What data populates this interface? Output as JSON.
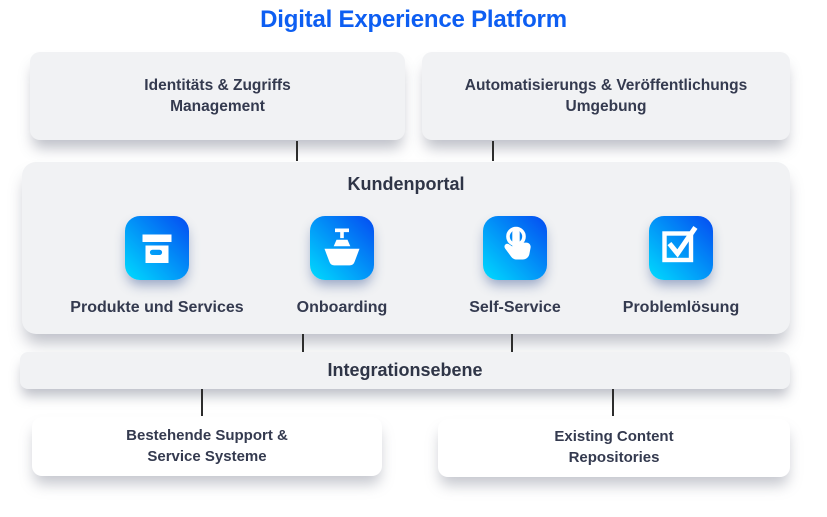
{
  "title": "Digital Experience Platform",
  "colors": {
    "title_blue": "#0d5ef2",
    "box_gray": "#f1f2f4",
    "text_dark": "#343a4f",
    "icon_gradient_start": "#00dcfe",
    "icon_gradient_end": "#0452f2",
    "connector_line": "#2d2d2d",
    "white_box": "#ffffff"
  },
  "top_row": {
    "identity_box": {
      "line1": "Identitäts & Zugriffs",
      "line2": "Management"
    },
    "automation_box": {
      "line1": "Automatisierungs & Veröffentlichungs",
      "line2": "Umgebung"
    }
  },
  "portal": {
    "heading": "Kundenportal",
    "items": [
      {
        "label": "Produkte und Services",
        "icon": "archive-box-icon"
      },
      {
        "label": "Onboarding",
        "icon": "ship-icon"
      },
      {
        "label": "Self-Service",
        "icon": "tap-gesture-icon"
      },
      {
        "label": "Problemlösung",
        "icon": "checkbox-check-icon"
      }
    ]
  },
  "integration": {
    "heading": "Integrationsebene"
  },
  "bottom_row": {
    "support_box": {
      "line1": "Bestehende Support &",
      "line2": "Service Systeme"
    },
    "content_box": {
      "line1": "Existing Content",
      "line2": "Repositories"
    }
  }
}
